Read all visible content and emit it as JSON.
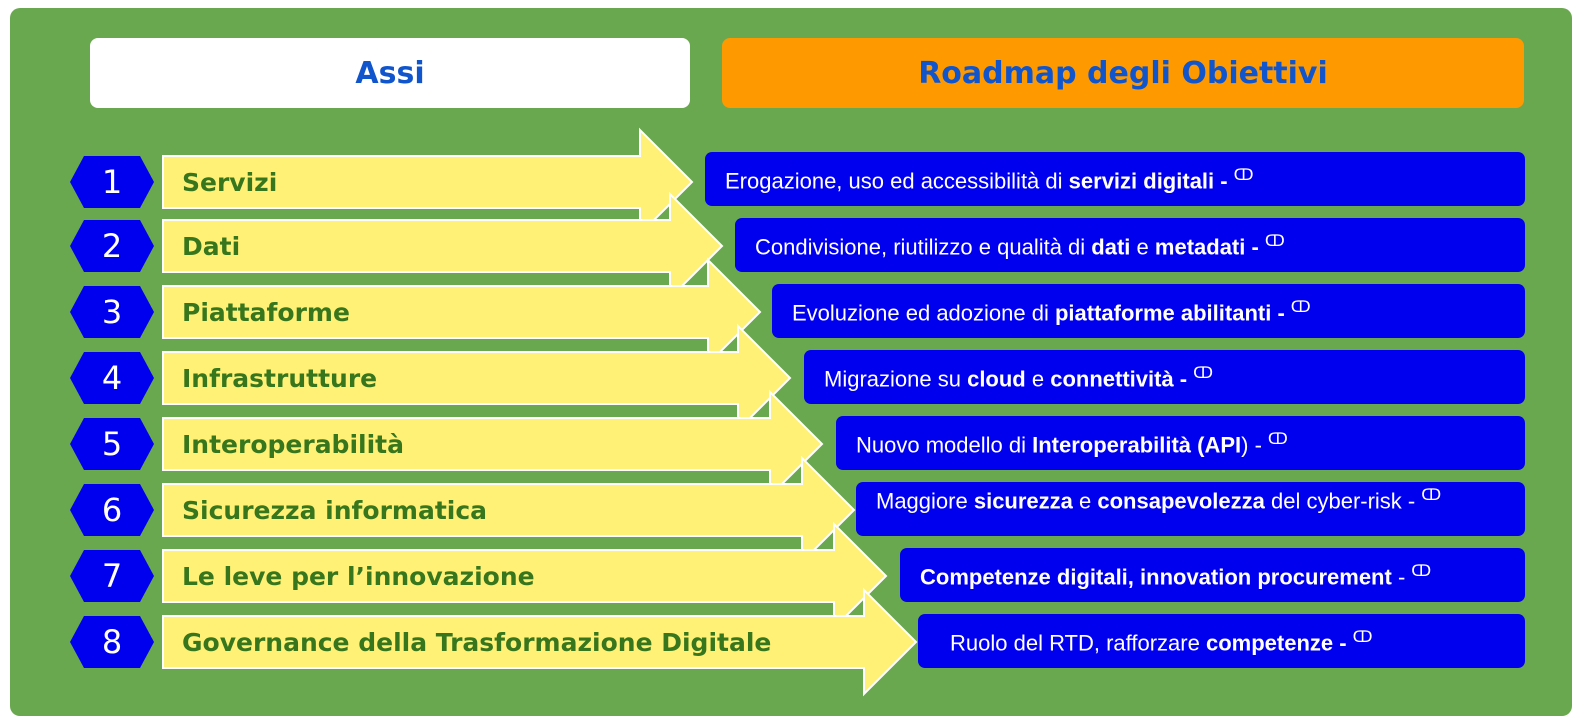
{
  "header": {
    "left_title": "Assi",
    "right_title": "Roadmap degli Obiettivi"
  },
  "colors": {
    "background": "#6aa84f",
    "arrow": "#fff176",
    "hex": "#0000ee",
    "objective_box": "#0000ee",
    "header_right": "#ff9900",
    "header_text": "#1155cc",
    "axis_text": "#38761d"
  },
  "axes": [
    {
      "num": "1",
      "label": "Servizi"
    },
    {
      "num": "2",
      "label": "Dati"
    },
    {
      "num": "3",
      "label": "Piattaforme"
    },
    {
      "num": "4",
      "label": "Infrastrutture"
    },
    {
      "num": "5",
      "label": "Interoperabilità"
    },
    {
      "num": "6",
      "label": "Sicurezza informatica"
    },
    {
      "num": "7",
      "label": "Le leve per l’innovazione"
    },
    {
      "num": "8",
      "label": "Governance della Trasformazione Digitale"
    }
  ],
  "objectives": [
    {
      "p1": "Erogazione, uso ed accessibilità di ",
      "b1": "servizi digitali -",
      "p2": "",
      "b2": "",
      "p3": "",
      "sym": "ↀ"
    },
    {
      "p1": "Condivisione, riutilizzo e qualità di ",
      "b1": "dati",
      "p2": " e ",
      "b2": "metadati -",
      "p3": "",
      "sym": "ↀ"
    },
    {
      "p1": "Evoluzione ed adozione di ",
      "b1": "piattaforme abilitanti -",
      "p2": "",
      "b2": "",
      "p3": "",
      "sym": "ↀ"
    },
    {
      "p1": "Migrazione su ",
      "b1": "cloud",
      "p2": " e ",
      "b2": "connettività -",
      "p3": "",
      "sym": "ↀ"
    },
    {
      "p1": "Nuovo modello di ",
      "b1": "Interoperabilità (API",
      "p2": ") -",
      "b2": "",
      "p3": "",
      "sym": "ↀ"
    },
    {
      "p1": "Maggiore ",
      "b1": "sicurezza",
      "p2": " e ",
      "b2": "consapevolezza",
      "p3": " del cyber-risk -",
      "sym": "ↀ"
    },
    {
      "p1": "",
      "b1": "Competenze digitali, innovation procurement",
      "p2": " -",
      "b2": "",
      "p3": "",
      "sym": "ↀ"
    },
    {
      "p1": "Ruolo del RTD, rafforzare ",
      "b1": "competenze -",
      "p2": "",
      "b2": "",
      "p3": "",
      "sym": "ↀ"
    }
  ]
}
